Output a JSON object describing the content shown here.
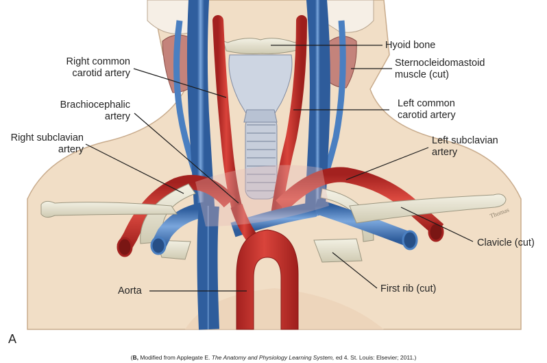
{
  "labels": {
    "hyoid_bone": "Hyoid bone",
    "scm_line1": "Sternocleidomastoid",
    "scm_line2": "muscle (cut)",
    "rcca_line1": "Right common",
    "rcca_line2": "carotid artery",
    "lcca_line1": "Left common",
    "lcca_line2": "carotid artery",
    "brachio_line1": "Brachiocephalic",
    "brachio_line2": "artery",
    "rsub_line1": "Right subclavian",
    "rsub_line2": "artery",
    "lsub_line1": "Left subclavian",
    "lsub_line2": "artery",
    "clavicle": "Clavicle (cut)",
    "first_rib": "First rib (cut)",
    "aorta": "Aorta"
  },
  "panel_letter": "A",
  "caption": {
    "prefix": "(",
    "bold": "B,",
    "text1": " Modified from Applegate E. ",
    "italic": "The Anatomy and Physiology Learning System,",
    "text2": " ed 4. St. Louis: Elsevier; 2011.)"
  },
  "signature": "Thomas",
  "colors": {
    "artery": "#c8312c",
    "vein": "#4a7fc1",
    "bone": "#e6e3d2",
    "skin": "#f0dcc2",
    "muscle": "#c98a82",
    "cartilage": "#c9d2de"
  }
}
